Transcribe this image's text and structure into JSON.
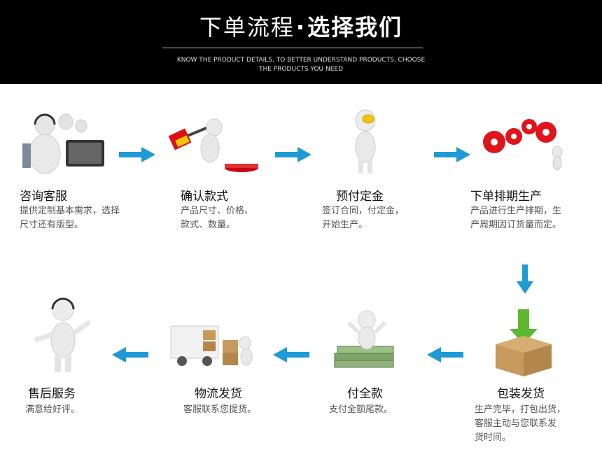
{
  "header": {
    "title_part1": "下单流程",
    "title_dot": "·",
    "title_part2": "选择我们",
    "subtitle_line1": "KNOW THE PRODUCT DETAILS, TO BETTER UNDERSTAND PRODUCTS, CHOOSE",
    "subtitle_line2": "THE PRODUCTS YOU NEED"
  },
  "steps": [
    {
      "title": "咨询客服",
      "desc": "提供定制基本需求，选择\n尺寸还有版型。",
      "icon": "customer-service-icon"
    },
    {
      "title": "确认款式",
      "desc": "产品尺寸、价格、\n款式、数量。",
      "icon": "confirm-style-icon"
    },
    {
      "title": "预付定金",
      "desc": "签订合同，付定金，\n开始生产。",
      "icon": "deposit-icon"
    },
    {
      "title": "下单排期生产",
      "desc": "产品进行生产排期，生\n产周期因订货量而定。",
      "icon": "production-gears-icon"
    },
    {
      "title": "包装发货",
      "desc": "生产完毕，打包出货，\n客服主动与您联系发\n货时间。",
      "icon": "package-box-icon"
    },
    {
      "title": "付全款",
      "desc": "支付全额尾款。",
      "icon": "full-payment-icon"
    },
    {
      "title": "物流发货",
      "desc": "客服联系您提货。",
      "icon": "delivery-truck-icon"
    },
    {
      "title": "售后服务",
      "desc": "满意给好评。",
      "icon": "after-sales-icon"
    }
  ],
  "colors": {
    "arrow": "#1e9ad6",
    "header_bg": "#000000",
    "gear_red": "#e0141b",
    "box_brown": "#c8995c",
    "green_arrow": "#5cb82e"
  }
}
